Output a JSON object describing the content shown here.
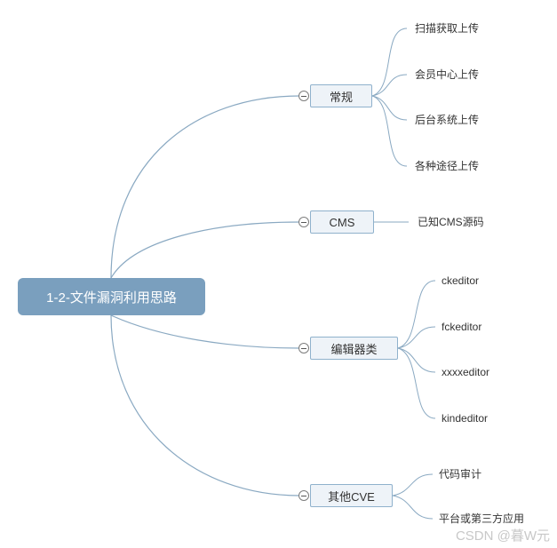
{
  "root": {
    "label": "1-2-文件漏洞利用思路"
  },
  "branches": [
    {
      "label": "常规",
      "children": [
        "扫描获取上传",
        "会员中心上传",
        "后台系统上传",
        "各种途径上传"
      ]
    },
    {
      "label": "CMS",
      "children": [
        "已知CMS源码"
      ]
    },
    {
      "label": "编辑器类",
      "children": [
        "ckeditor",
        "fckeditor",
        "xxxxeditor",
        "kindeditor"
      ]
    },
    {
      "label": "其他CVE",
      "children": [
        "代码审计",
        "平台或第三方应用"
      ]
    }
  ],
  "watermark": "CSDN @暮W元",
  "colors": {
    "root_fill": "#7a9fbe",
    "branch_fill": "#eef3f8",
    "branch_border": "#8fb1cc",
    "connector": "#8aa9c2"
  },
  "icons": {
    "toggle": "collapse-toggle-icon"
  }
}
